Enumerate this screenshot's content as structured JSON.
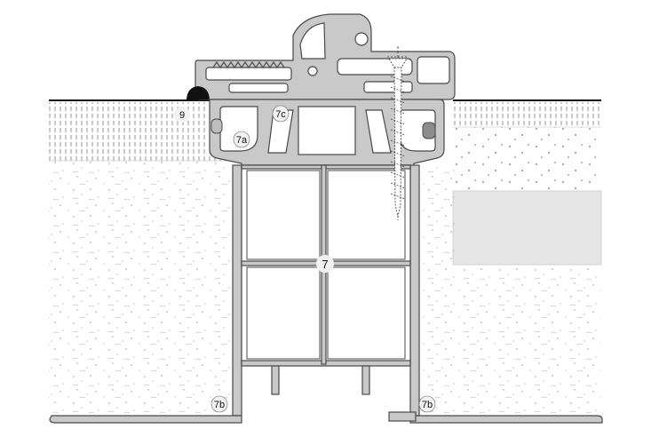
{
  "labels": {
    "nine": "9",
    "seven": "7",
    "seven_a": "7a",
    "seven_c": "7c",
    "seven_b_left": "7b",
    "seven_b_right": "7b"
  },
  "colors": {
    "profile_fill": "#c9c9c9",
    "profile_stroke": "#4a4a4a",
    "hatch": "#8a8a8a",
    "speckle": "#9a9a9a",
    "panel_band": "#e6e6e6",
    "gasket": "#111111",
    "label_bg": "#f2f2f2"
  }
}
